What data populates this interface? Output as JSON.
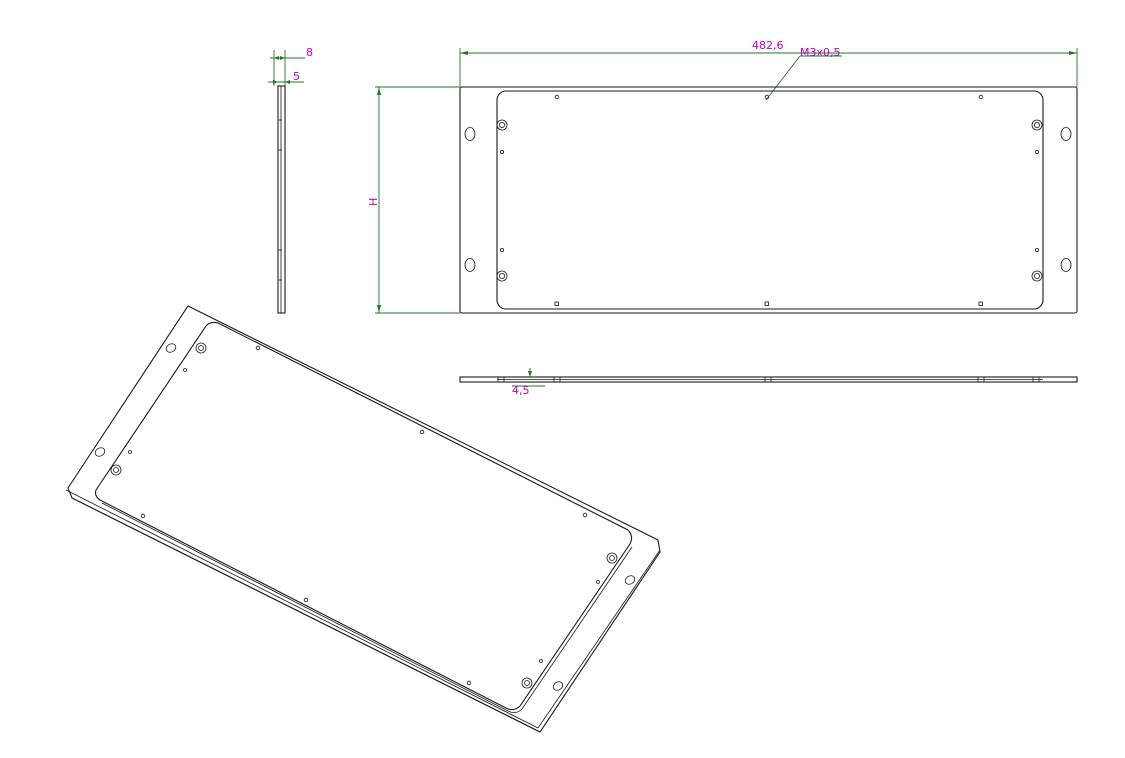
{
  "drawing": {
    "dimensions": {
      "side_total_thickness": "8",
      "side_plate_thickness": "5",
      "overall_width": "482,6",
      "screw_callout": "M3x0,5",
      "height": "H",
      "bottom_offset": "4,5"
    },
    "colors": {
      "dimension_text": "#c000c0",
      "dimension_line": "#1f7a1f",
      "outline": "#1a1a1a"
    }
  }
}
